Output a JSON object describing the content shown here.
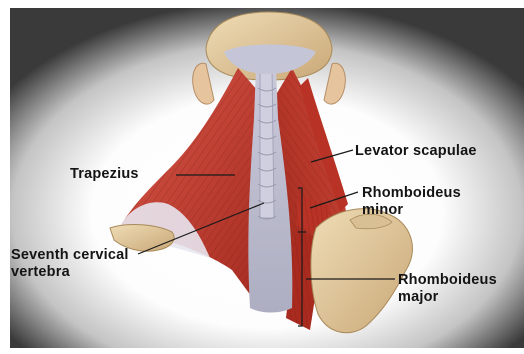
{
  "labels": {
    "trapezius": "Trapezius",
    "levator_scapulae": "Levator scapulae",
    "rhomboideus_minor": [
      "Rhomboideus",
      "minor"
    ],
    "seventh_cervical_vertebra": [
      "Seventh cervical",
      "vertebra"
    ],
    "rhomboideus_major": [
      "Rhomboideus",
      "major"
    ]
  },
  "colors": {
    "background_center": "#ffffff",
    "background_edge": "#3a3a3a",
    "muscle": "#c0392b",
    "muscle_dark": "#7e1c14",
    "fascia": "#b9b9cc",
    "bone": "#e0c49a",
    "label_text": "#141414"
  }
}
